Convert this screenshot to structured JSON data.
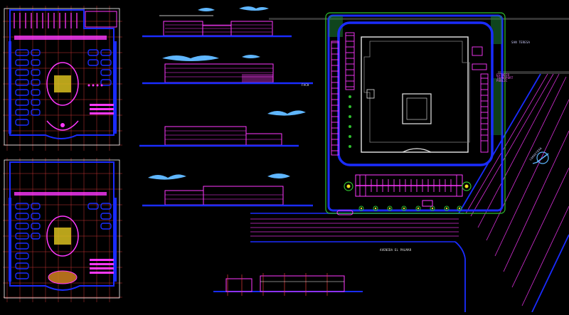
{
  "drawing": {
    "background": "#000000",
    "colors": {
      "blue": "#1a2cff",
      "magenta": "#ff38ff",
      "red": "#e23b3b",
      "white": "#e8e8e8",
      "cyan": "#5fb6ff",
      "green": "#2ec02e",
      "yellow": "#f0e020",
      "dark_grey": "#333333"
    },
    "labels": {
      "road_top_right": "SAN TERESA",
      "site_annotation": "ESTUDIO\nTRANSPORT\nPUBLIC",
      "road_bottom": "AVENIDA EL PALMAR",
      "road_diagonal": "CARRETERA",
      "elevation_tag": "FACH"
    }
  }
}
